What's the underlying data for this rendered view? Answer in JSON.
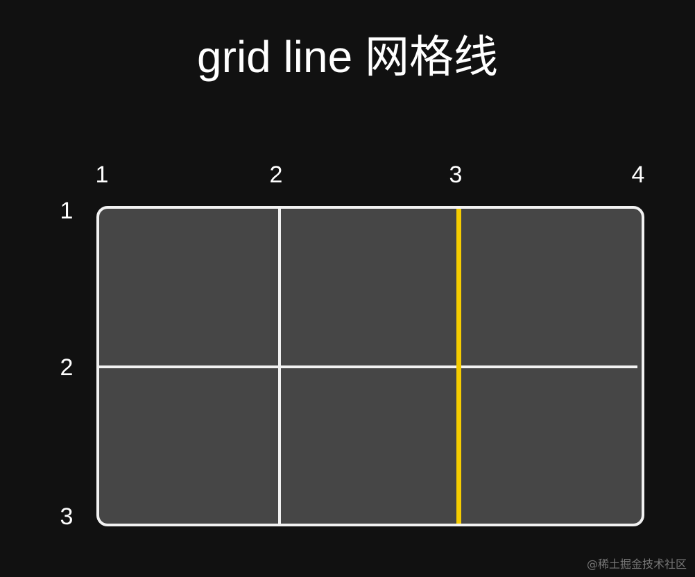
{
  "title": "grid line 网格线",
  "colors": {
    "background": "#111111",
    "cell_fill": "#464646",
    "line": "#f2f2f2",
    "highlight_line": "#f5cc00"
  },
  "grid": {
    "columns": 3,
    "rows": 2,
    "column_line_labels": [
      "1",
      "2",
      "3",
      "4"
    ],
    "row_line_labels": [
      "1",
      "2",
      "3"
    ],
    "highlighted_line": {
      "axis": "column",
      "index": "3",
      "color": "#f5cc00"
    }
  },
  "watermark": "@稀土掘金技术社区"
}
